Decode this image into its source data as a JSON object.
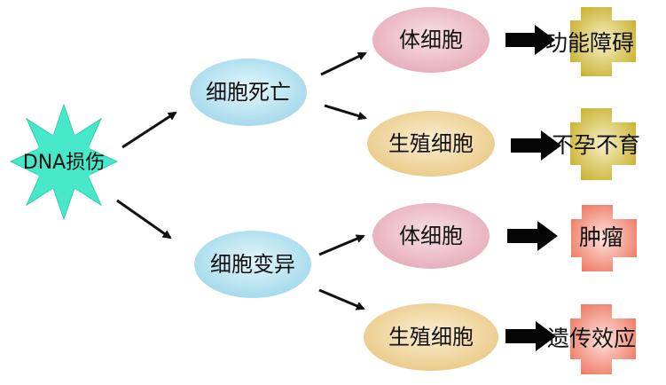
{
  "root": "DNA损伤",
  "branch_death": "细胞死亡",
  "branch_variation": "细胞变异",
  "death_somatic": "体细胞",
  "death_germ": "生殖细胞",
  "var_somatic": "体细胞",
  "var_germ": "生殖细胞",
  "result_dysfunction": "功能障碍",
  "result_infertility": "不孕不育",
  "result_tumor": "肿瘤",
  "result_genetic": "遗传效应",
  "colors": {
    "sun": "#46e8c9",
    "blue_node": "#bfe6f2",
    "pink_node": "#f2c7d0",
    "tan_node": "#f3deb0",
    "yellow_cross": "#e7d34a",
    "red_cross": "#f07d68",
    "pink_cross_fill": "#f8c0b4"
  }
}
